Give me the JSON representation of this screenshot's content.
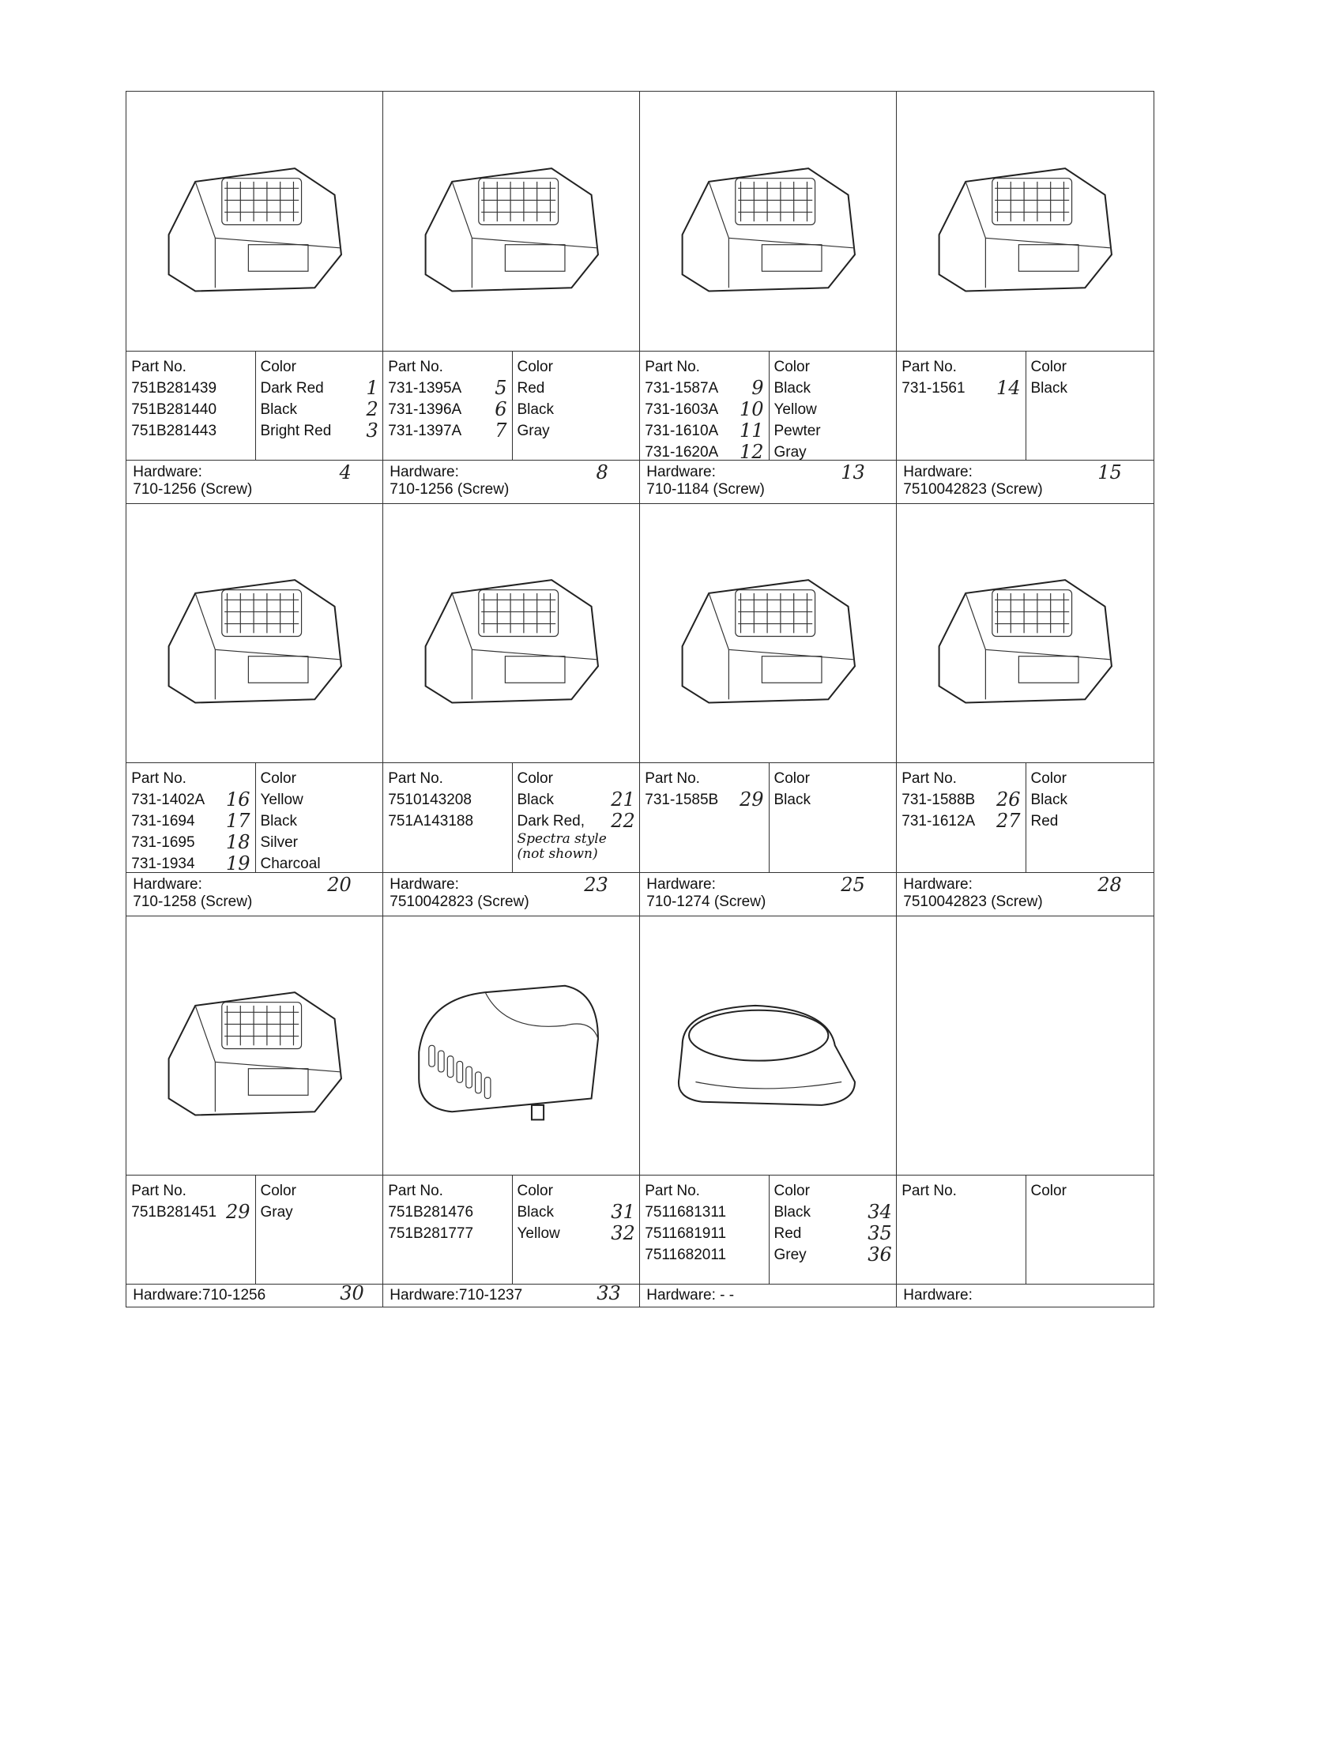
{
  "headers": {
    "part_no": "Part No.",
    "color": "Color",
    "hardware": "Hardware:"
  },
  "rows": [
    {
      "parts": [
        {
          "icon": "engine-shroud-grille",
          "part_nos": [
            "751B281439",
            "751B281440",
            "751B281443"
          ],
          "part_tags": [
            "",
            "",
            ""
          ],
          "colors": [
            "Dark Red",
            "Black",
            "Bright Red"
          ],
          "color_tags": [
            "1",
            "2",
            "3"
          ],
          "hardware": "710-1256 (Screw)",
          "hardware_tag": "4"
        },
        {
          "icon": "engine-shroud-flat",
          "part_nos": [
            "731-1395A",
            "731-1396A",
            "731-1397A"
          ],
          "part_tags": [
            "5",
            "6",
            "7"
          ],
          "colors": [
            "Red",
            "Black",
            "Gray"
          ],
          "color_tags": [
            "",
            "",
            ""
          ],
          "hardware": "710-1256 (Screw)",
          "hardware_tag": "8"
        },
        {
          "icon": "engine-shroud-vented",
          "part_nos": [
            "731-1587A",
            "731-1603A",
            "731-1610A",
            "731-1620A"
          ],
          "part_tags": [
            "9",
            "10",
            "11",
            "12"
          ],
          "colors": [
            "Black",
            "Yellow",
            "Pewter",
            "Gray"
          ],
          "color_tags": [
            "",
            "",
            "",
            ""
          ],
          "hardware": "710-1184 (Screw)",
          "hardware_tag": "13"
        },
        {
          "icon": "engine-shroud-dome",
          "part_nos": [
            "731-1561"
          ],
          "part_tags": [
            "14"
          ],
          "colors": [
            "Black"
          ],
          "color_tags": [
            ""
          ],
          "hardware": "7510042823 (Screw)",
          "hardware_tag": "15"
        }
      ]
    },
    {
      "parts": [
        {
          "icon": "engine-shroud-low",
          "part_nos": [
            "731-1402A",
            "731-1694",
            "731-1695",
            "731-1934"
          ],
          "part_tags": [
            "16",
            "17",
            "18",
            "19"
          ],
          "colors": [
            "Yellow",
            "Black",
            "Silver",
            "Charcoal"
          ],
          "color_tags": [
            "",
            "",
            "",
            ""
          ],
          "hardware": "710-1258 (Screw)",
          "hardware_tag": "20"
        },
        {
          "icon": "engine-shroud-smooth",
          "part_nos": [
            "7510143208",
            "751A143188"
          ],
          "part_tags": [
            "",
            ""
          ],
          "colors": [
            "Black",
            "Dark Red,"
          ],
          "color_tags": [
            "21",
            "22"
          ],
          "note": "Spectra style (not shown)",
          "hardware": "7510042823 (Screw)",
          "hardware_tag": "23"
        },
        {
          "icon": "engine-shroud-striped",
          "part_nos": [
            "731-1585B"
          ],
          "part_tags": [
            "29"
          ],
          "colors": [
            "Black"
          ],
          "color_tags": [
            ""
          ],
          "hardware": "710-1274 (Screw)",
          "hardware_tag": "25"
        },
        {
          "icon": "engine-shroud-box",
          "part_nos": [
            "731-1588B",
            "731-1612A"
          ],
          "part_tags": [
            "26",
            "27"
          ],
          "colors": [
            "Black",
            "Red"
          ],
          "color_tags": [
            "",
            ""
          ],
          "hardware": "7510042823 (Screw)",
          "hardware_tag": "28"
        }
      ]
    },
    {
      "parts": [
        {
          "icon": "engine-shroud-compact",
          "part_nos": [
            "751B281451"
          ],
          "part_tags": [
            "29"
          ],
          "colors": [
            "Gray"
          ],
          "color_tags": [
            ""
          ],
          "hardware": "Hardware:710-1256",
          "hardware_tag": "30"
        },
        {
          "icon": "engine-shroud-slotted",
          "part_nos": [
            "751B281476",
            "751B281777"
          ],
          "part_tags": [
            "",
            ""
          ],
          "colors": [
            "Black",
            "Yellow"
          ],
          "color_tags": [
            "31",
            "32"
          ],
          "hardware": "Hardware:710-1237",
          "hardware_tag": "33"
        },
        {
          "icon": "engine-shroud-ring",
          "part_nos": [
            "7511681311",
            "7511681911",
            "7511682011"
          ],
          "part_tags": [
            "",
            "",
            ""
          ],
          "colors": [
            "Black",
            "Red",
            "Grey"
          ],
          "color_tags": [
            "34",
            "35",
            "36"
          ],
          "hardware": "Hardware: - -",
          "hardware_tag": ""
        },
        {
          "icon": "",
          "part_nos": [],
          "part_tags": [],
          "colors": [],
          "color_tags": [],
          "hardware": "Hardware:",
          "hardware_tag": ""
        }
      ]
    }
  ]
}
